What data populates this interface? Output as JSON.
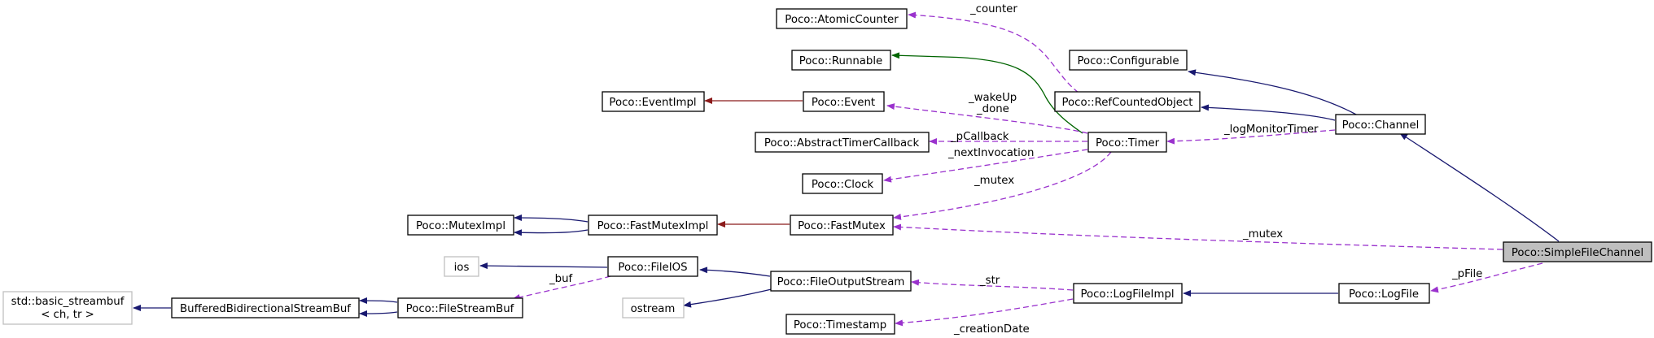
{
  "colors": {
    "inheritance": "#191970",
    "usage": "#9a32cd",
    "template": "#8b1a1a",
    "runnable": "#006400",
    "border": "#000000",
    "border_external": "#bfbfbf",
    "node_fill": "#ffffff",
    "focus_fill": "#bfbfbf"
  },
  "nodes": {
    "atomic_counter": "Poco::AtomicCounter",
    "runnable": "Poco::Runnable",
    "configurable": "Poco::Configurable",
    "ref_counted_object": "Poco::RefCountedObject",
    "event_impl": "Poco::EventImpl",
    "event": "Poco::Event",
    "channel": "Poco::Channel",
    "abstract_timer_callback": "Poco::AbstractTimerCallback",
    "timer": "Poco::Timer",
    "clock": "Poco::Clock",
    "mutex_impl": "Poco::MutexImpl",
    "fast_mutex_impl": "Poco::FastMutexImpl",
    "fast_mutex": "Poco::FastMutex",
    "simple_file_channel": "Poco::SimpleFileChannel",
    "ios": "ios",
    "file_ios": "Poco::FileIOS",
    "file_output_stream": "Poco::FileOutputStream",
    "log_file_impl": "Poco::LogFileImpl",
    "log_file": "Poco::LogFile",
    "basic_streambuf_line1": "std::basic_streambuf",
    "basic_streambuf_line2": "< ch, tr >",
    "buffered_bidirectional_streambuf": "BufferedBidirectionalStreamBuf",
    "file_streambuf": "Poco::FileStreamBuf",
    "ostream": "ostream",
    "timestamp": "Poco::Timestamp"
  },
  "edge_labels": {
    "counter": "_counter",
    "wakeup": "_wakeUp",
    "done": "_done",
    "p_callback": "_pCallback",
    "next_invocation": "_nextInvocation",
    "timer_mutex": "_mutex",
    "log_monitor_timer": "_logMonitorTimer",
    "channel_mutex": "_mutex",
    "str": "_str",
    "creation_date": "_creationDate",
    "p_file": "_pFile",
    "buf": "_buf"
  }
}
